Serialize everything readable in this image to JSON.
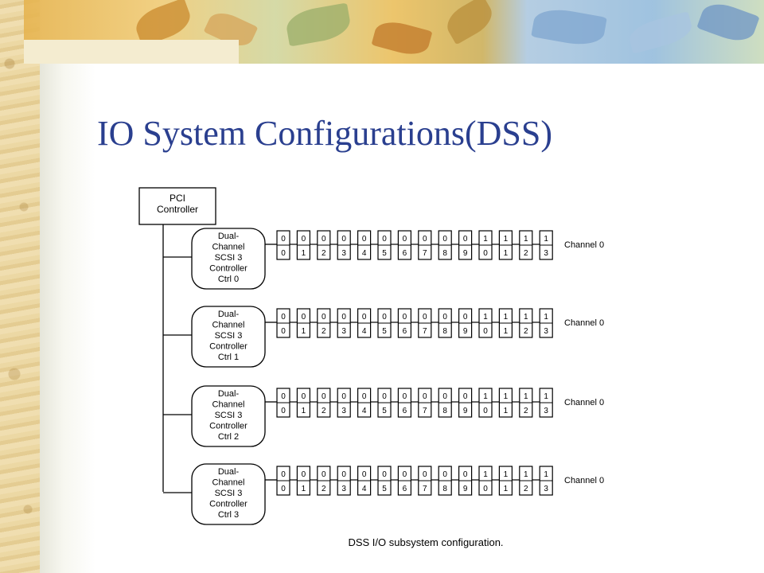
{
  "slide": {
    "title": "IO System Configurations(DSS)",
    "colors": {
      "title": "#2a3f8f",
      "background": "#f4ecd0",
      "panel": "#ffffff"
    }
  },
  "diagram": {
    "pci_controller": {
      "line1": "PCI",
      "line2": "Controller"
    },
    "controllers": [
      {
        "lines": [
          "Dual-",
          "Channel",
          "SCSI 3",
          "Controller",
          "Ctrl 0"
        ],
        "channel_label": "Channel 0"
      },
      {
        "lines": [
          "Dual-",
          "Channel",
          "SCSI 3",
          "Controller",
          "Ctrl 1"
        ],
        "channel_label": "Channel 0"
      },
      {
        "lines": [
          "Dual-",
          "Channel",
          "SCSI 3",
          "Controller",
          "Ctrl 2"
        ],
        "channel_label": "Channel 0"
      },
      {
        "lines": [
          "Dual-",
          "Channel",
          "SCSI 3",
          "Controller",
          "Ctrl 3"
        ],
        "channel_label": "Channel 0"
      }
    ],
    "disk_ids": [
      "00",
      "01",
      "02",
      "03",
      "04",
      "05",
      "06",
      "07",
      "08",
      "09",
      "10",
      "11",
      "12",
      "13"
    ],
    "caption": "DSS I/O subsystem configuration."
  }
}
